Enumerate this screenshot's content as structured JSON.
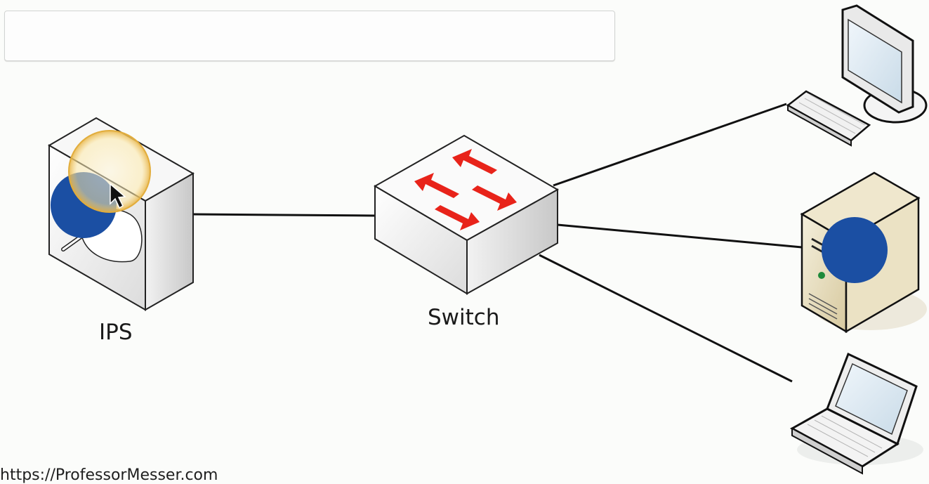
{
  "title_box": {
    "text": ""
  },
  "nodes": {
    "ips": {
      "label": "IPS"
    },
    "switch": {
      "label": "Switch"
    }
  },
  "watermark": "https://ProfessorMesser.com",
  "colors": {
    "background": "#fbfcfa",
    "link_line": "#111111",
    "switch_arrows": "#e8231a",
    "highlight_dot": "#1b4fa3",
    "cursor_halo": "#f3c35a",
    "server_tan": "#e3d8b8"
  },
  "icons": [
    "ips-appliance-icon",
    "switch-icon",
    "desktop-computer-icon",
    "server-tower-icon",
    "laptop-icon",
    "mouse-cursor-icon"
  ]
}
